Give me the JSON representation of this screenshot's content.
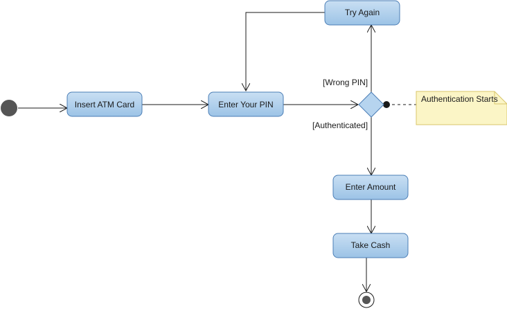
{
  "diagram": {
    "type": "uml-activity",
    "nodes": {
      "insert_card": "Insert ATM Card",
      "enter_pin": "Enter Your PIN",
      "try_again": "Try Again",
      "enter_amount": "Enter Amount",
      "take_cash": "Take Cash"
    },
    "guards": {
      "wrong_pin": "[Wrong PIN]",
      "authenticated": "[Authenticated]"
    },
    "note": "Authentication Starts",
    "colors": {
      "node_fill_top": "#c9dff3",
      "node_fill_bottom": "#9cc3e6",
      "node_border": "#4a7db5",
      "decision_fill": "#b6d4ef",
      "note_fill": "#fbf5c6",
      "note_border": "#d8c56a",
      "start_node": "#555555"
    }
  }
}
